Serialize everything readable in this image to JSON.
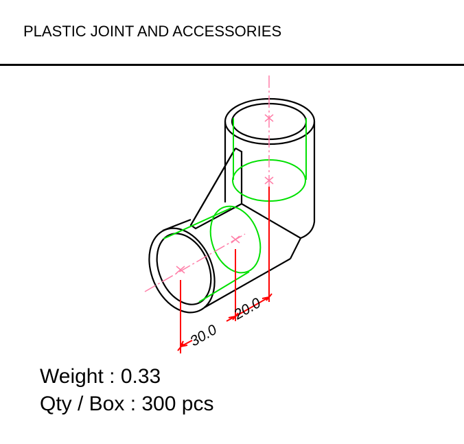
{
  "header": {
    "title": "PLASTIC JOINT AND ACCESSORIES"
  },
  "drawing": {
    "dimensions": [
      "30.0",
      "20.0"
    ],
    "colors": {
      "outline": "#000000",
      "hidden": "#00e000",
      "centerline": "#ff7fa8",
      "dimension": "#ff0000"
    }
  },
  "specs": {
    "weight": "Weight : 0.33",
    "qty": "Qty / Box : 300 pcs"
  }
}
